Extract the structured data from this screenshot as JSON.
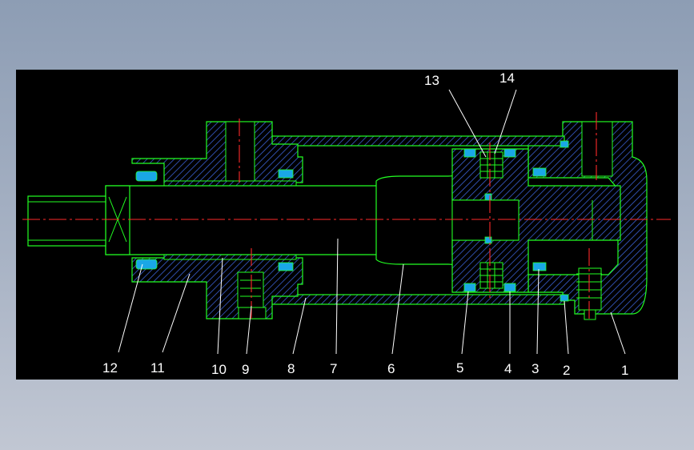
{
  "colors": {
    "background": "#000000",
    "outline": "#22ff22",
    "hatch": "#3a5fd0",
    "seal": "#1aa7e6",
    "centerline": "#ff2a2a",
    "text": "#ffffff"
  },
  "callouts": {
    "c1": "1",
    "c2": "2",
    "c3": "3",
    "c4": "4",
    "c5": "5",
    "c6": "6",
    "c7": "7",
    "c8": "8",
    "c9": "9",
    "c10": "10",
    "c11": "11",
    "c12": "12",
    "c13": "13",
    "c14": "14"
  }
}
